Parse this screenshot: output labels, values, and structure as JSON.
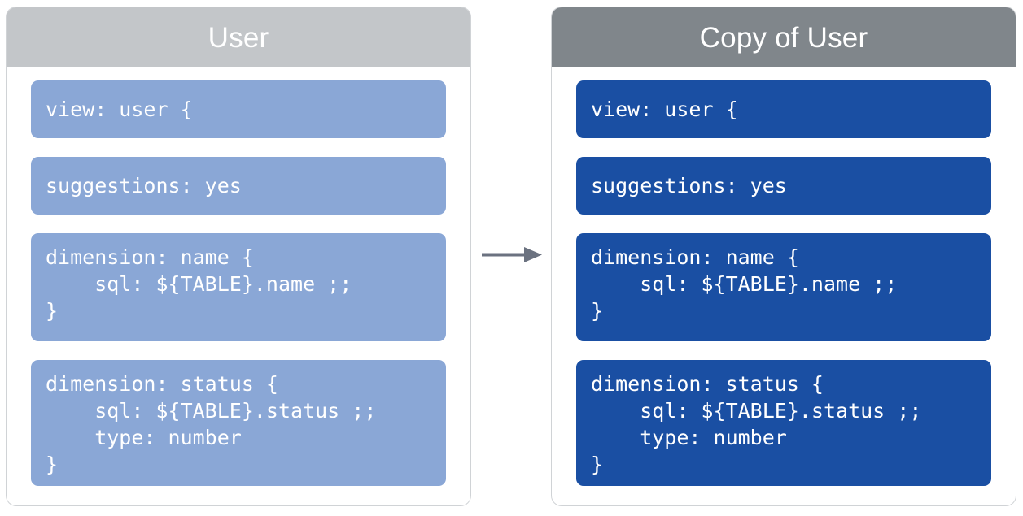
{
  "diagram": {
    "type": "copy-view-comparison",
    "colors": {
      "left_header_bg": "#c3c6c9",
      "right_header_bg": "#80868b",
      "left_block_bg": "#8aa7d6",
      "right_block_bg": "#1a4fa3",
      "block_text": "#ffffff",
      "panel_border": "#d0d3d6",
      "arrow": "#6b7280",
      "page_bg": "#ffffff"
    },
    "arrow": {
      "name": "copy-arrow",
      "direction": "right",
      "from_panel": "User",
      "to_panel": "Copy of User"
    },
    "panels": [
      {
        "id": "source",
        "title": "User",
        "blocks": [
          {
            "id": "view-declaration",
            "lines": 1,
            "code": "view: user {"
          },
          {
            "id": "suggestions-param",
            "lines": 1,
            "code": "suggestions: yes"
          },
          {
            "id": "dimension-name",
            "lines": 3,
            "code": "dimension: name {\n    sql: ${TABLE}.name ;;\n}"
          },
          {
            "id": "dimension-status",
            "lines": 4,
            "code": "dimension: status {\n    sql: ${TABLE}.status ;;\n    type: number\n}"
          }
        ]
      },
      {
        "id": "copy",
        "title": "Copy of User",
        "blocks": [
          {
            "id": "view-declaration",
            "lines": 1,
            "code": "view: user {"
          },
          {
            "id": "suggestions-param",
            "lines": 1,
            "code": "suggestions: yes"
          },
          {
            "id": "dimension-name",
            "lines": 3,
            "code": "dimension: name {\n    sql: ${TABLE}.name ;;\n}"
          },
          {
            "id": "dimension-status",
            "lines": 4,
            "code": "dimension: status {\n    sql: ${TABLE}.status ;;\n    type: number\n}"
          }
        ]
      }
    ]
  }
}
